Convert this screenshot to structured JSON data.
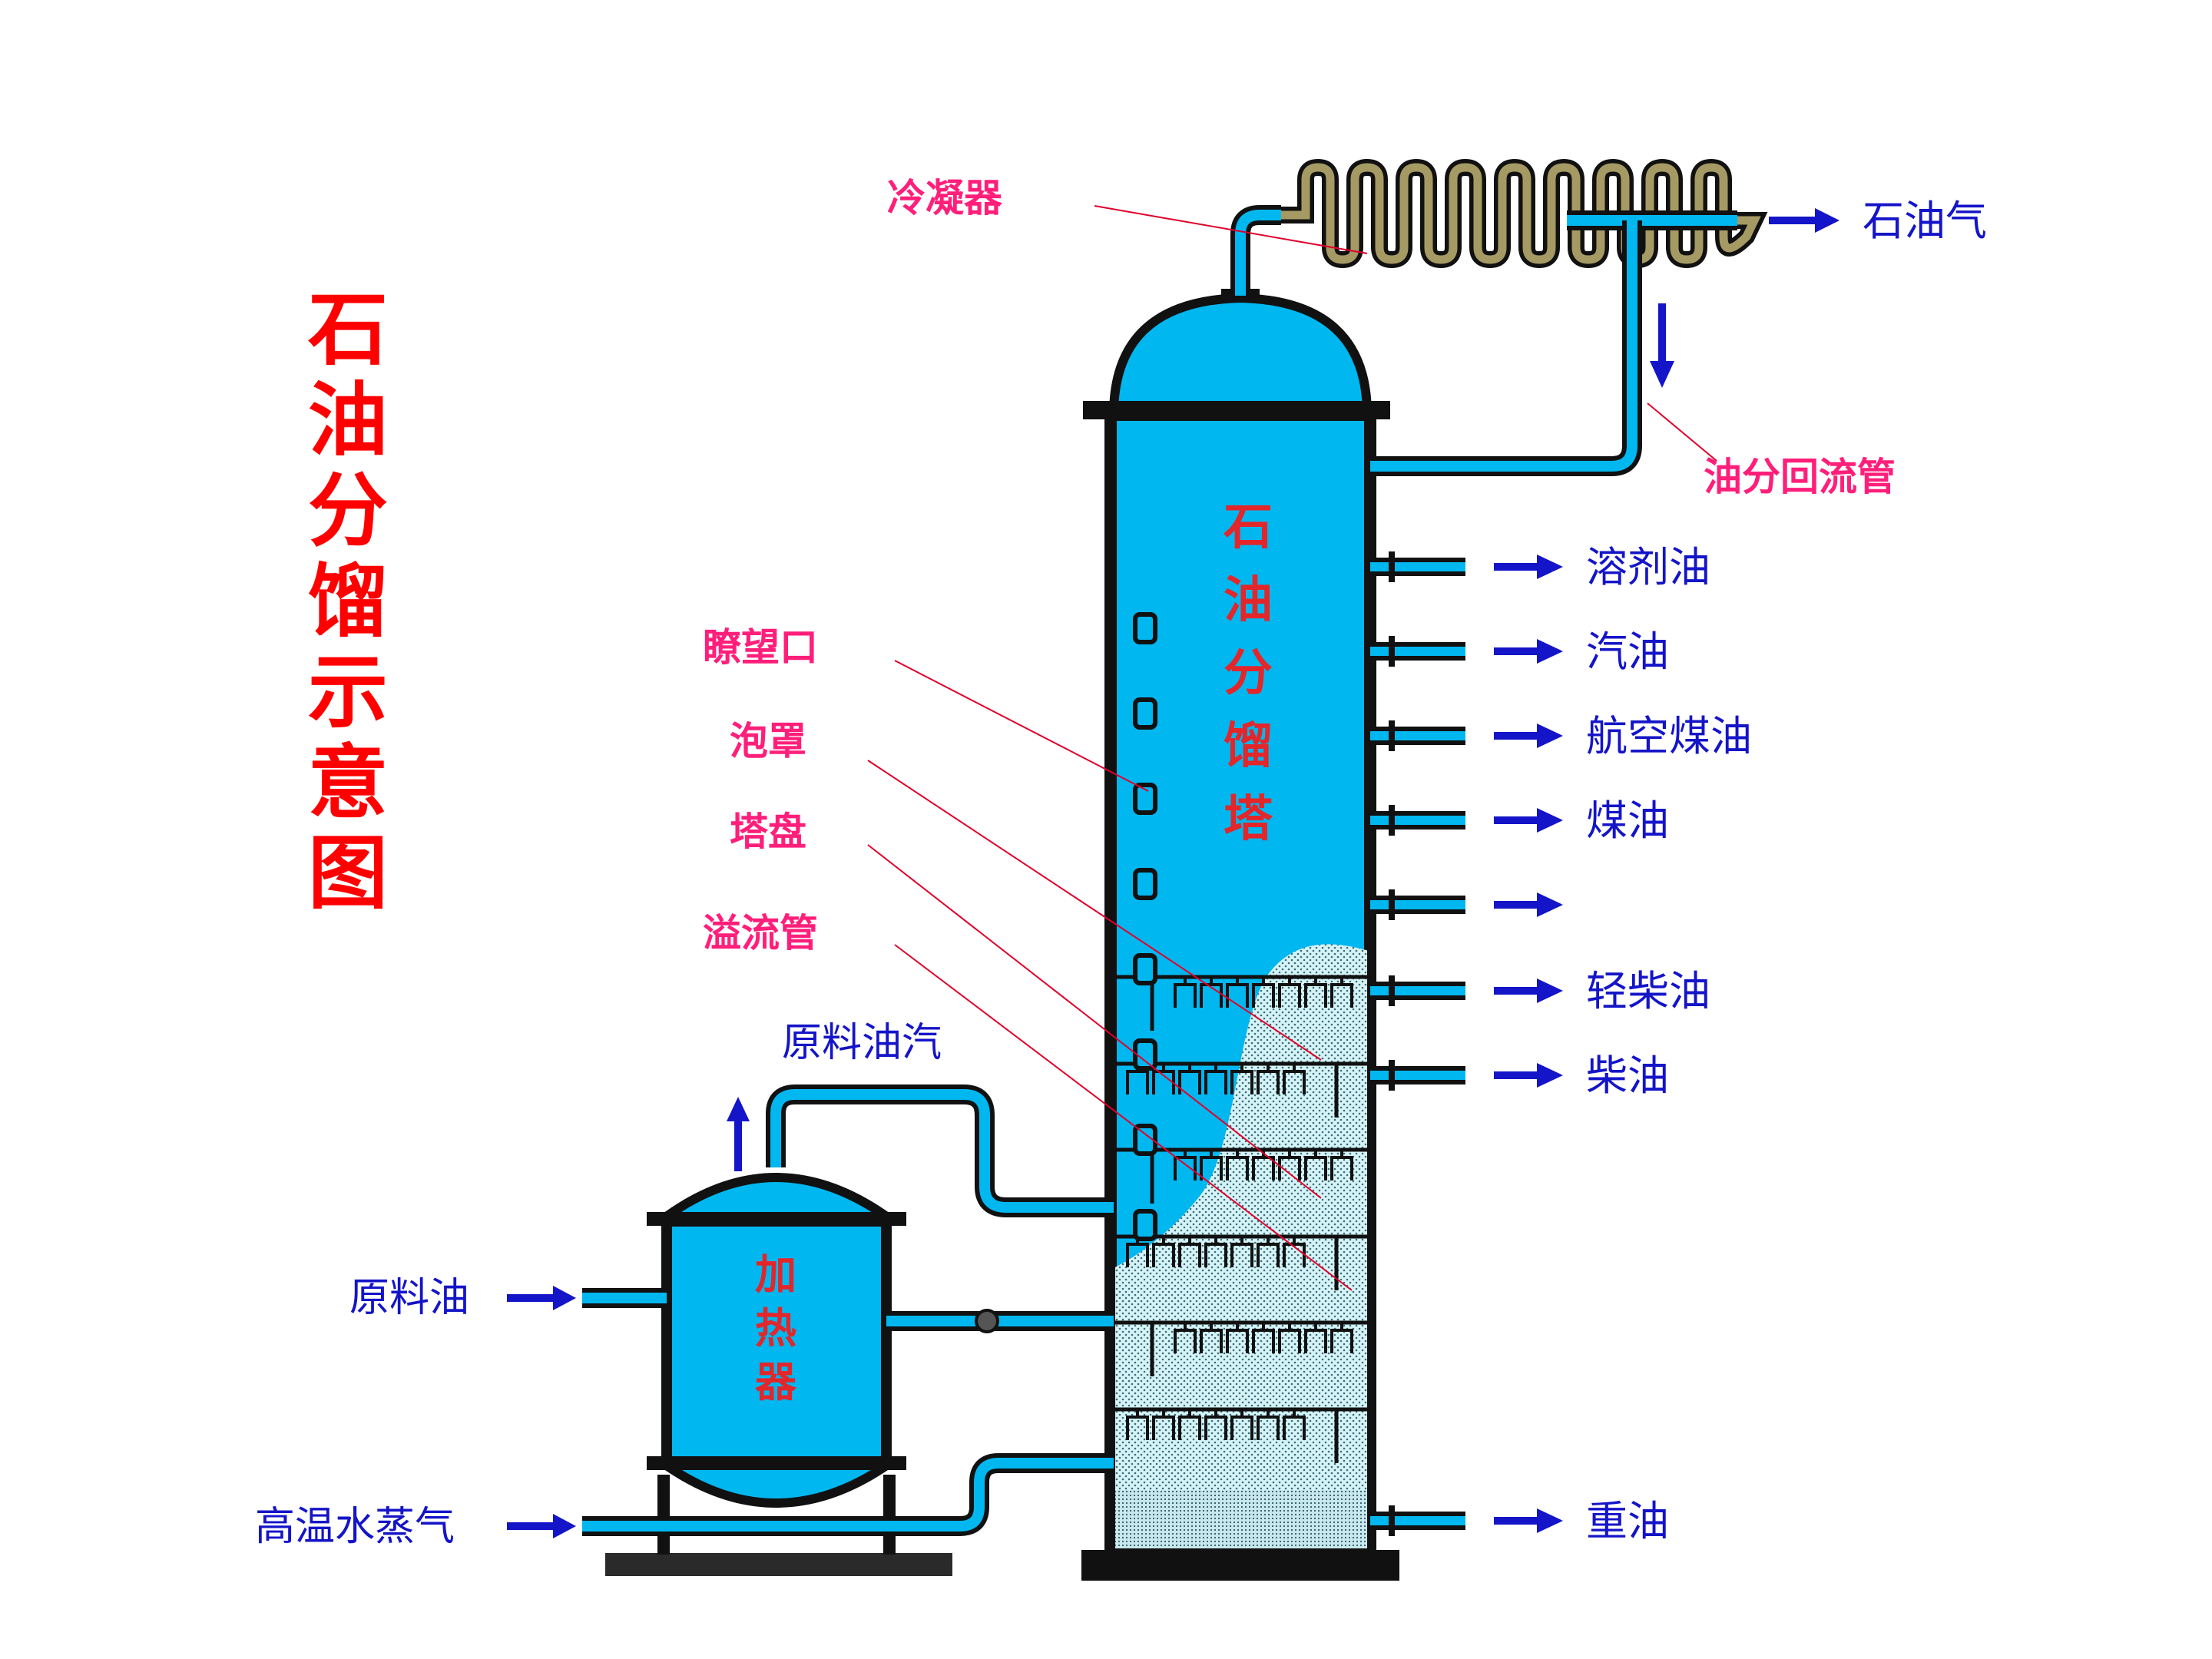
{
  "title": "石油分馏示意图",
  "tower_label": "石油分馏塔",
  "heater_label": "加热器",
  "labels_pink": {
    "condenser": "冷凝器",
    "reflux_pipe": "油分回流管",
    "sight_hole": "瞭望口",
    "bubble_cap": "泡罩",
    "tray": "塔盘",
    "overflow_pipe": "溢流管"
  },
  "labels_blue": {
    "feed_vapor": "原料油汽",
    "feed_oil": "原料油",
    "steam": "高温水蒸气"
  },
  "products": [
    "石油气",
    "溶剂油",
    "汽油",
    "航空煤油",
    "煤油",
    "",
    "轻柴油",
    "柴油",
    "重油"
  ],
  "colors": {
    "title": "#ff0000",
    "vessel": "#00b7f0",
    "pink_label": "#ff1f7a",
    "blue_label": "#1414c8",
    "leader_line": "#e0002a",
    "liquid": "#d6f4f8",
    "coil": "#a69a64"
  }
}
